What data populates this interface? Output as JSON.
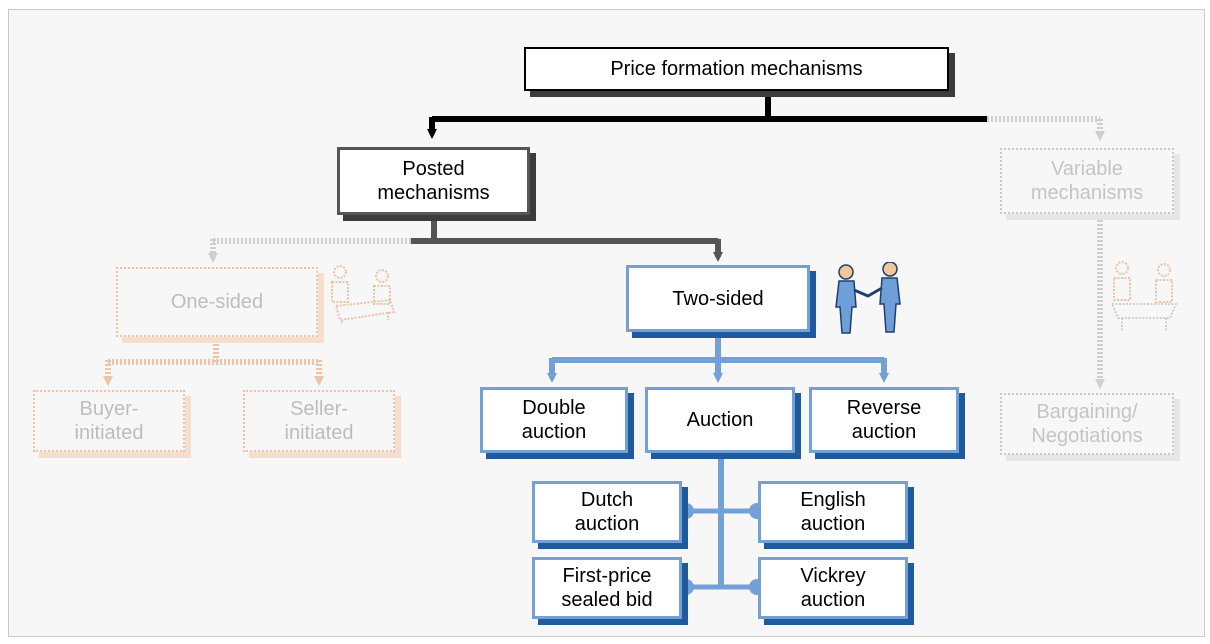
{
  "diagram": {
    "root": "Price formation mechanisms",
    "posted": "Posted\nmechanisms",
    "variable": "Variable\nmechanisms",
    "one_sided": "One-sided",
    "two_sided": "Two-sided",
    "buyer_initiated": "Buyer-\ninitiated",
    "seller_initiated": "Seller-\ninitiated",
    "double_auction": "Double\nauction",
    "auction": "Auction",
    "reverse_auction": "Reverse\nauction",
    "bargaining": "Bargaining/\nNegotiations",
    "dutch_auction": "Dutch\nauction",
    "english_auction": "English\nauction",
    "first_price_sealed_bid": "First-price\nsealed bid",
    "vickrey_auction": "Vickrey\nauction"
  },
  "colors": {
    "main_line": "#000000",
    "posted_line": "#555555",
    "blue": "#74a0d8",
    "blue_shadow": "#1f5a9e",
    "faded_grey": "#c8c8c8",
    "faded_orange": "#f0c2a6"
  },
  "icons": {
    "one_sided": "meeting-people-icon",
    "two_sided": "handshake-icon",
    "bargaining": "negotiation-table-icon"
  }
}
